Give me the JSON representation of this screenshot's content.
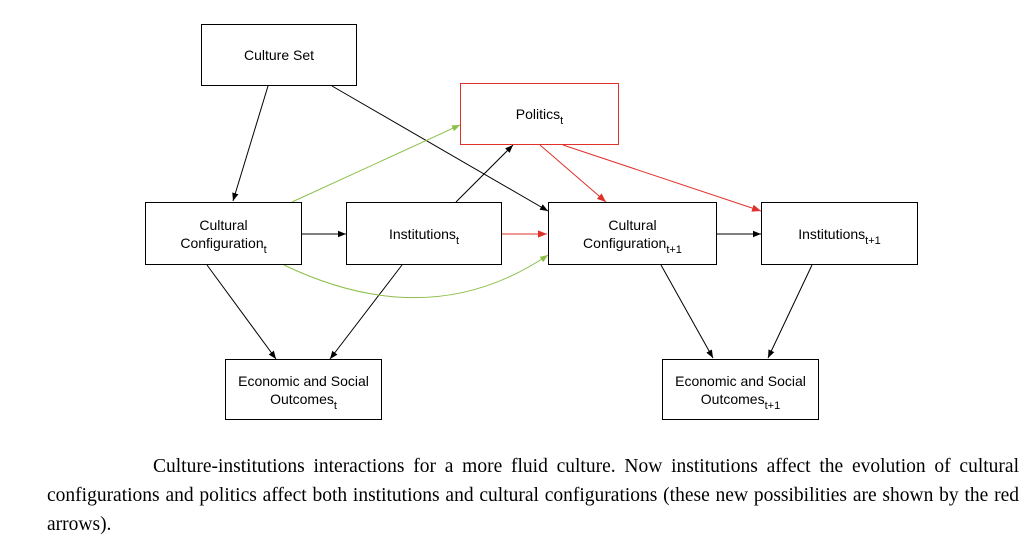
{
  "nodes": {
    "culture_set": {
      "label": "Culture Set"
    },
    "politics": {
      "label": "Politics",
      "sub": "t"
    },
    "cultural_config_t": {
      "line1": "Cultural",
      "line2": "Configuration",
      "sub": "t"
    },
    "institutions_t": {
      "label": "Institutions",
      "sub": "t"
    },
    "cultural_config_t1": {
      "line1": "Cultural",
      "line2": "Configuration",
      "sub": "t+1"
    },
    "institutions_t1": {
      "label": "Institutions",
      "sub": "t+1"
    },
    "outcomes_t": {
      "line1": "Economic and Social",
      "line2": "Outcomes",
      "sub": "t"
    },
    "outcomes_t1": {
      "line1": "Economic and Social",
      "line2": "Outcomes",
      "sub": "t+1"
    }
  },
  "colors": {
    "black": "#000000",
    "red": "#e0302a",
    "green": "#8cbf4a"
  },
  "caption": "Culture-institutions interactions for a more fluid culture. Now institutions affect the evolution of cultural configurations and politics affect both institutions and cultural configurations (these new possibilities are shown by the red arrows)."
}
